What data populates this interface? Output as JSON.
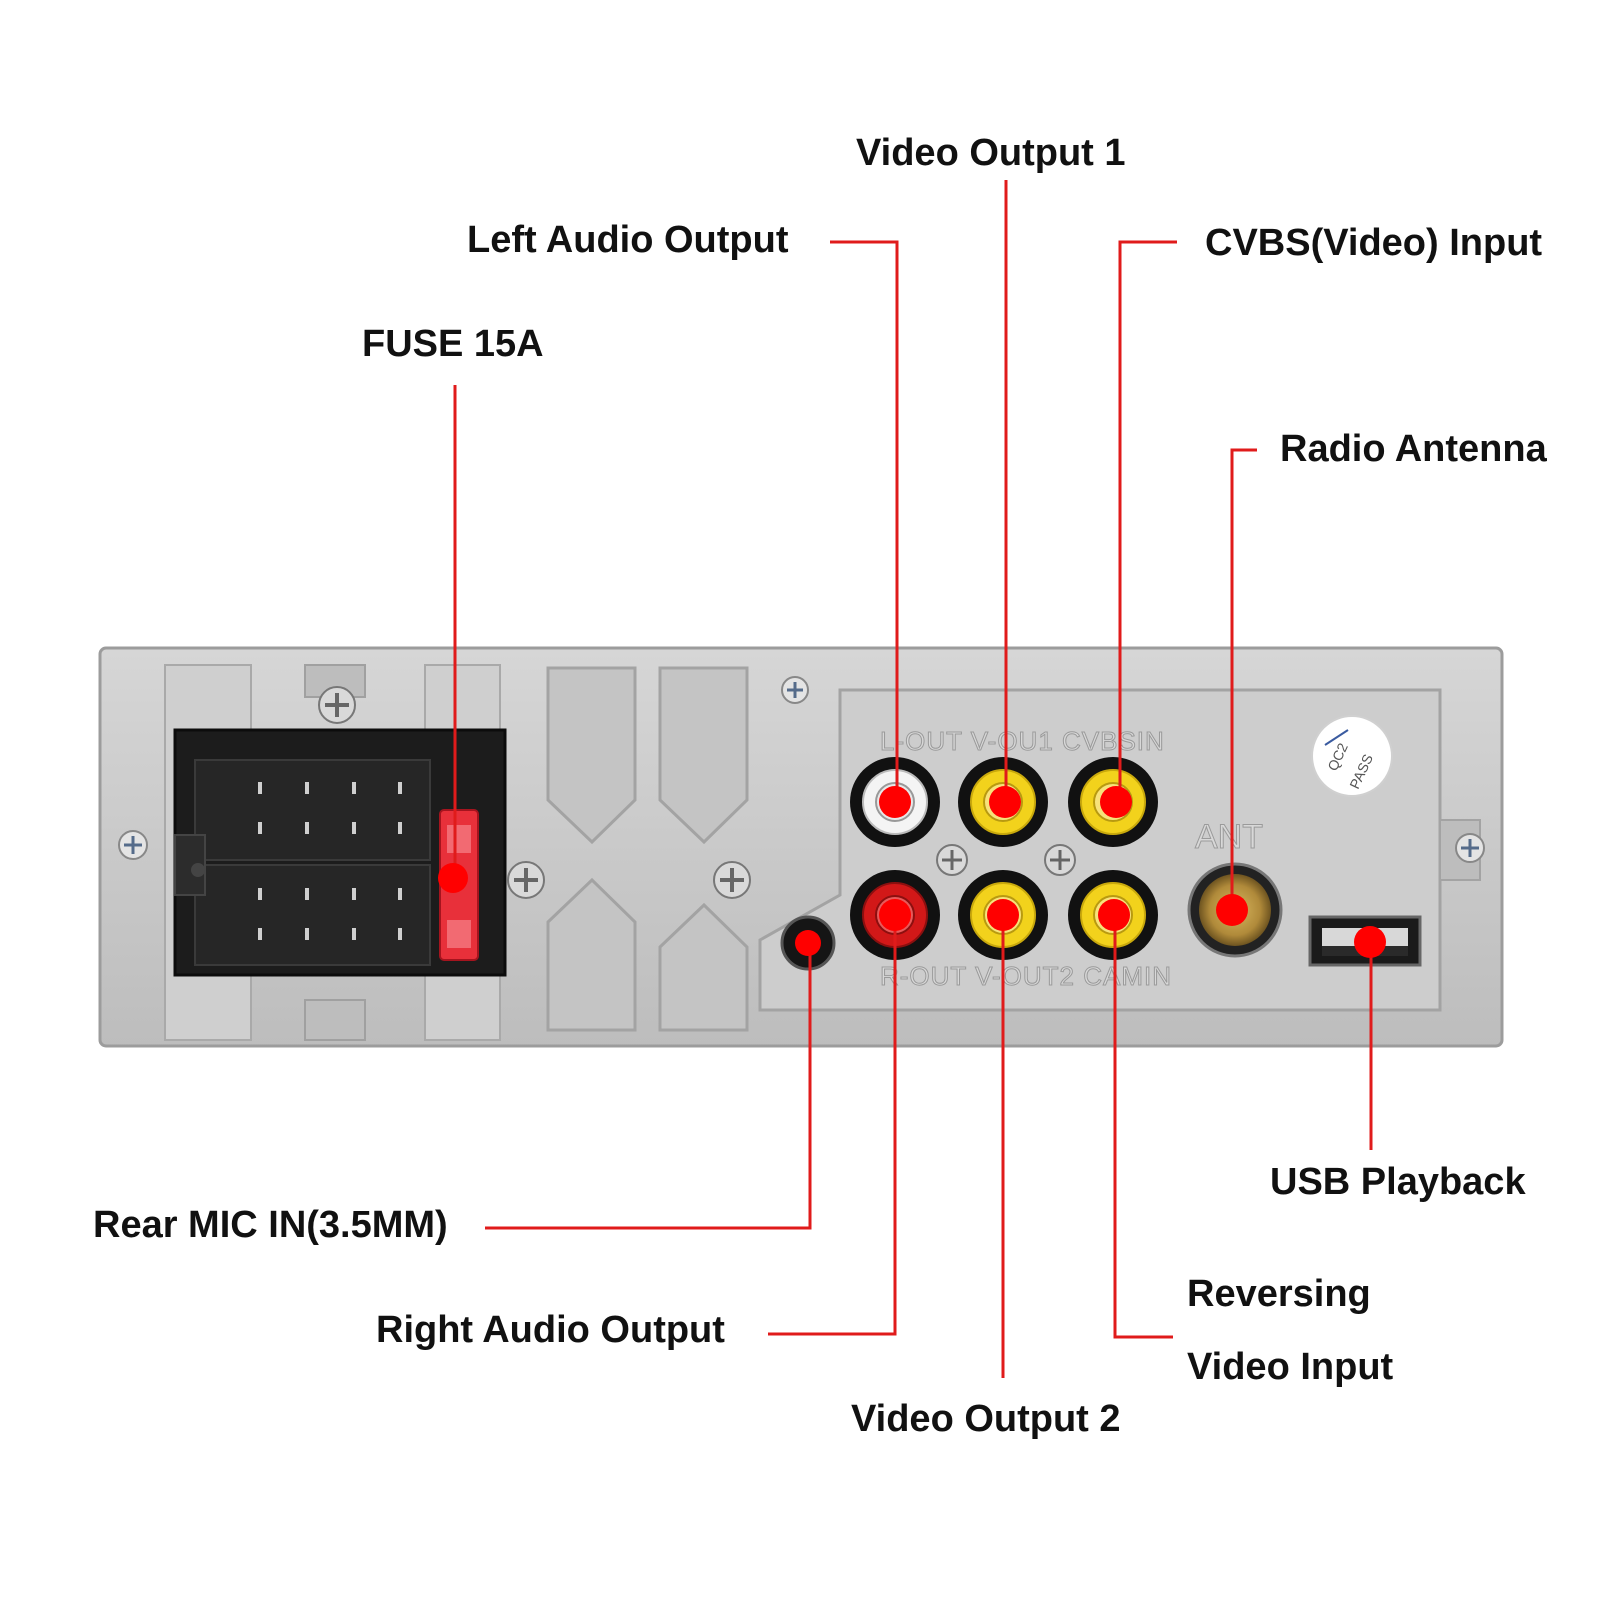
{
  "callouts": {
    "video_output_1": "Video Output 1",
    "left_audio_output": "Left Audio Output",
    "cvbs_input": "CVBS(Video) Input",
    "fuse": "FUSE 15A",
    "radio_antenna": "Radio Antenna",
    "usb_playback": "USB Playback",
    "rear_mic": "Rear MIC IN(3.5MM)",
    "right_audio_output": "Right Audio Output",
    "reversing_line1": "Reversing",
    "reversing_line2": "Video Input",
    "video_output_2": "Video Output 2"
  },
  "panel_print": {
    "top_row": "L-OUT  V-OU1  CVBSIN",
    "bottom_row": "R-OUT  V-OUT2  CAMIN",
    "antenna": "ANT",
    "badge_line1": "QC2",
    "badge_line2": "PASS"
  },
  "colors": {
    "leader": "#e01b1b",
    "dot": "#ff0000",
    "panel": "#c8c8c8",
    "rca_yellow": "#f2d21c",
    "rca_white": "#f4f4f4",
    "rca_red": "#d21818",
    "fuse": "#e8303a"
  }
}
